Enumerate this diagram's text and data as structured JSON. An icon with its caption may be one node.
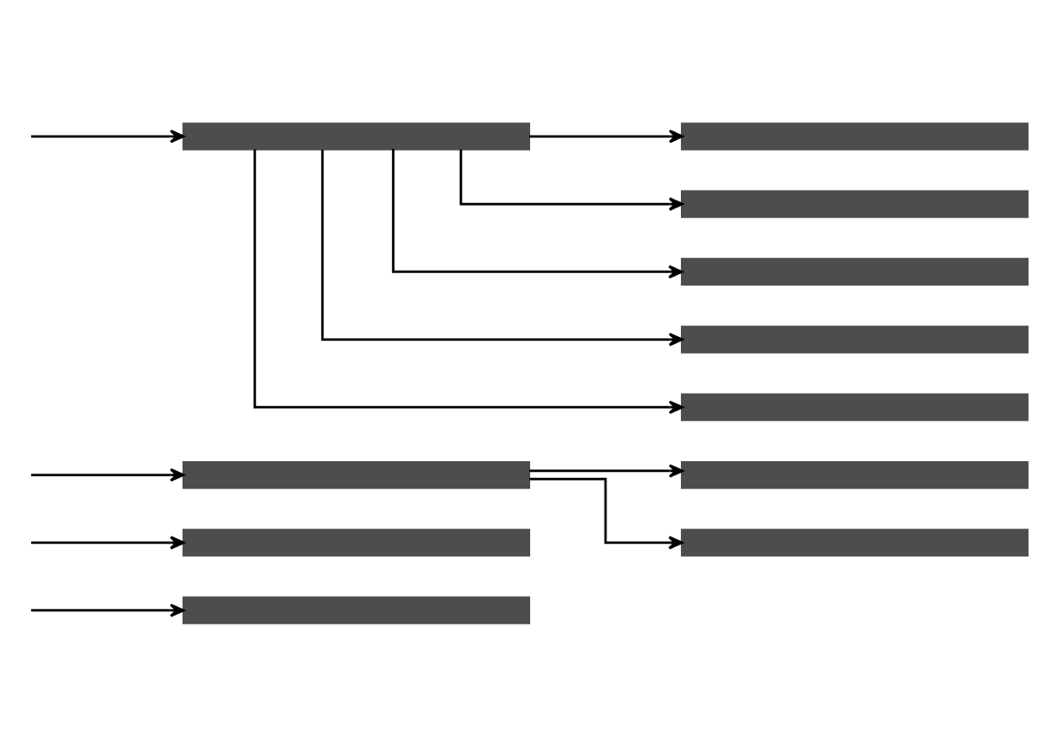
{
  "diagram": {
    "nodes": [
      {
        "text": [],
        "shape": "bar"
      },
      {
        "text": [],
        "shape": "bar"
      },
      {
        "text": [],
        "shape": "bar"
      },
      {
        "text": [],
        "shape": "bar"
      },
      {
        "text": [],
        "shape": "bar"
      },
      {
        "text": [],
        "shape": "bar"
      },
      {
        "text": [],
        "shape": "bar"
      },
      {
        "text": [],
        "shape": "bar"
      },
      {
        "text": [],
        "shape": "bar"
      },
      {
        "text": [],
        "shape": "bar"
      },
      {
        "text": [],
        "shape": "bar"
      }
    ],
    "edges": [
      {
        "from": null,
        "to": 0,
        "arrow": "to"
      },
      {
        "from": 0,
        "to": 1,
        "arrow": "to"
      },
      {
        "from": 0,
        "to": 2,
        "arrow": "to"
      },
      {
        "from": 0,
        "to": 3,
        "arrow": "to"
      },
      {
        "from": 0,
        "to": 4,
        "arrow": "to"
      },
      {
        "from": 0,
        "to": 5,
        "arrow": "to"
      },
      {
        "from": null,
        "to": 6,
        "arrow": "to"
      },
      {
        "from": 6,
        "to": 7,
        "arrow": "to"
      },
      {
        "from": 6,
        "to": 8,
        "arrow": "to"
      },
      {
        "from": null,
        "to": 9,
        "arrow": "to"
      },
      {
        "from": null,
        "to": 10,
        "arrow": "to"
      }
    ]
  }
}
